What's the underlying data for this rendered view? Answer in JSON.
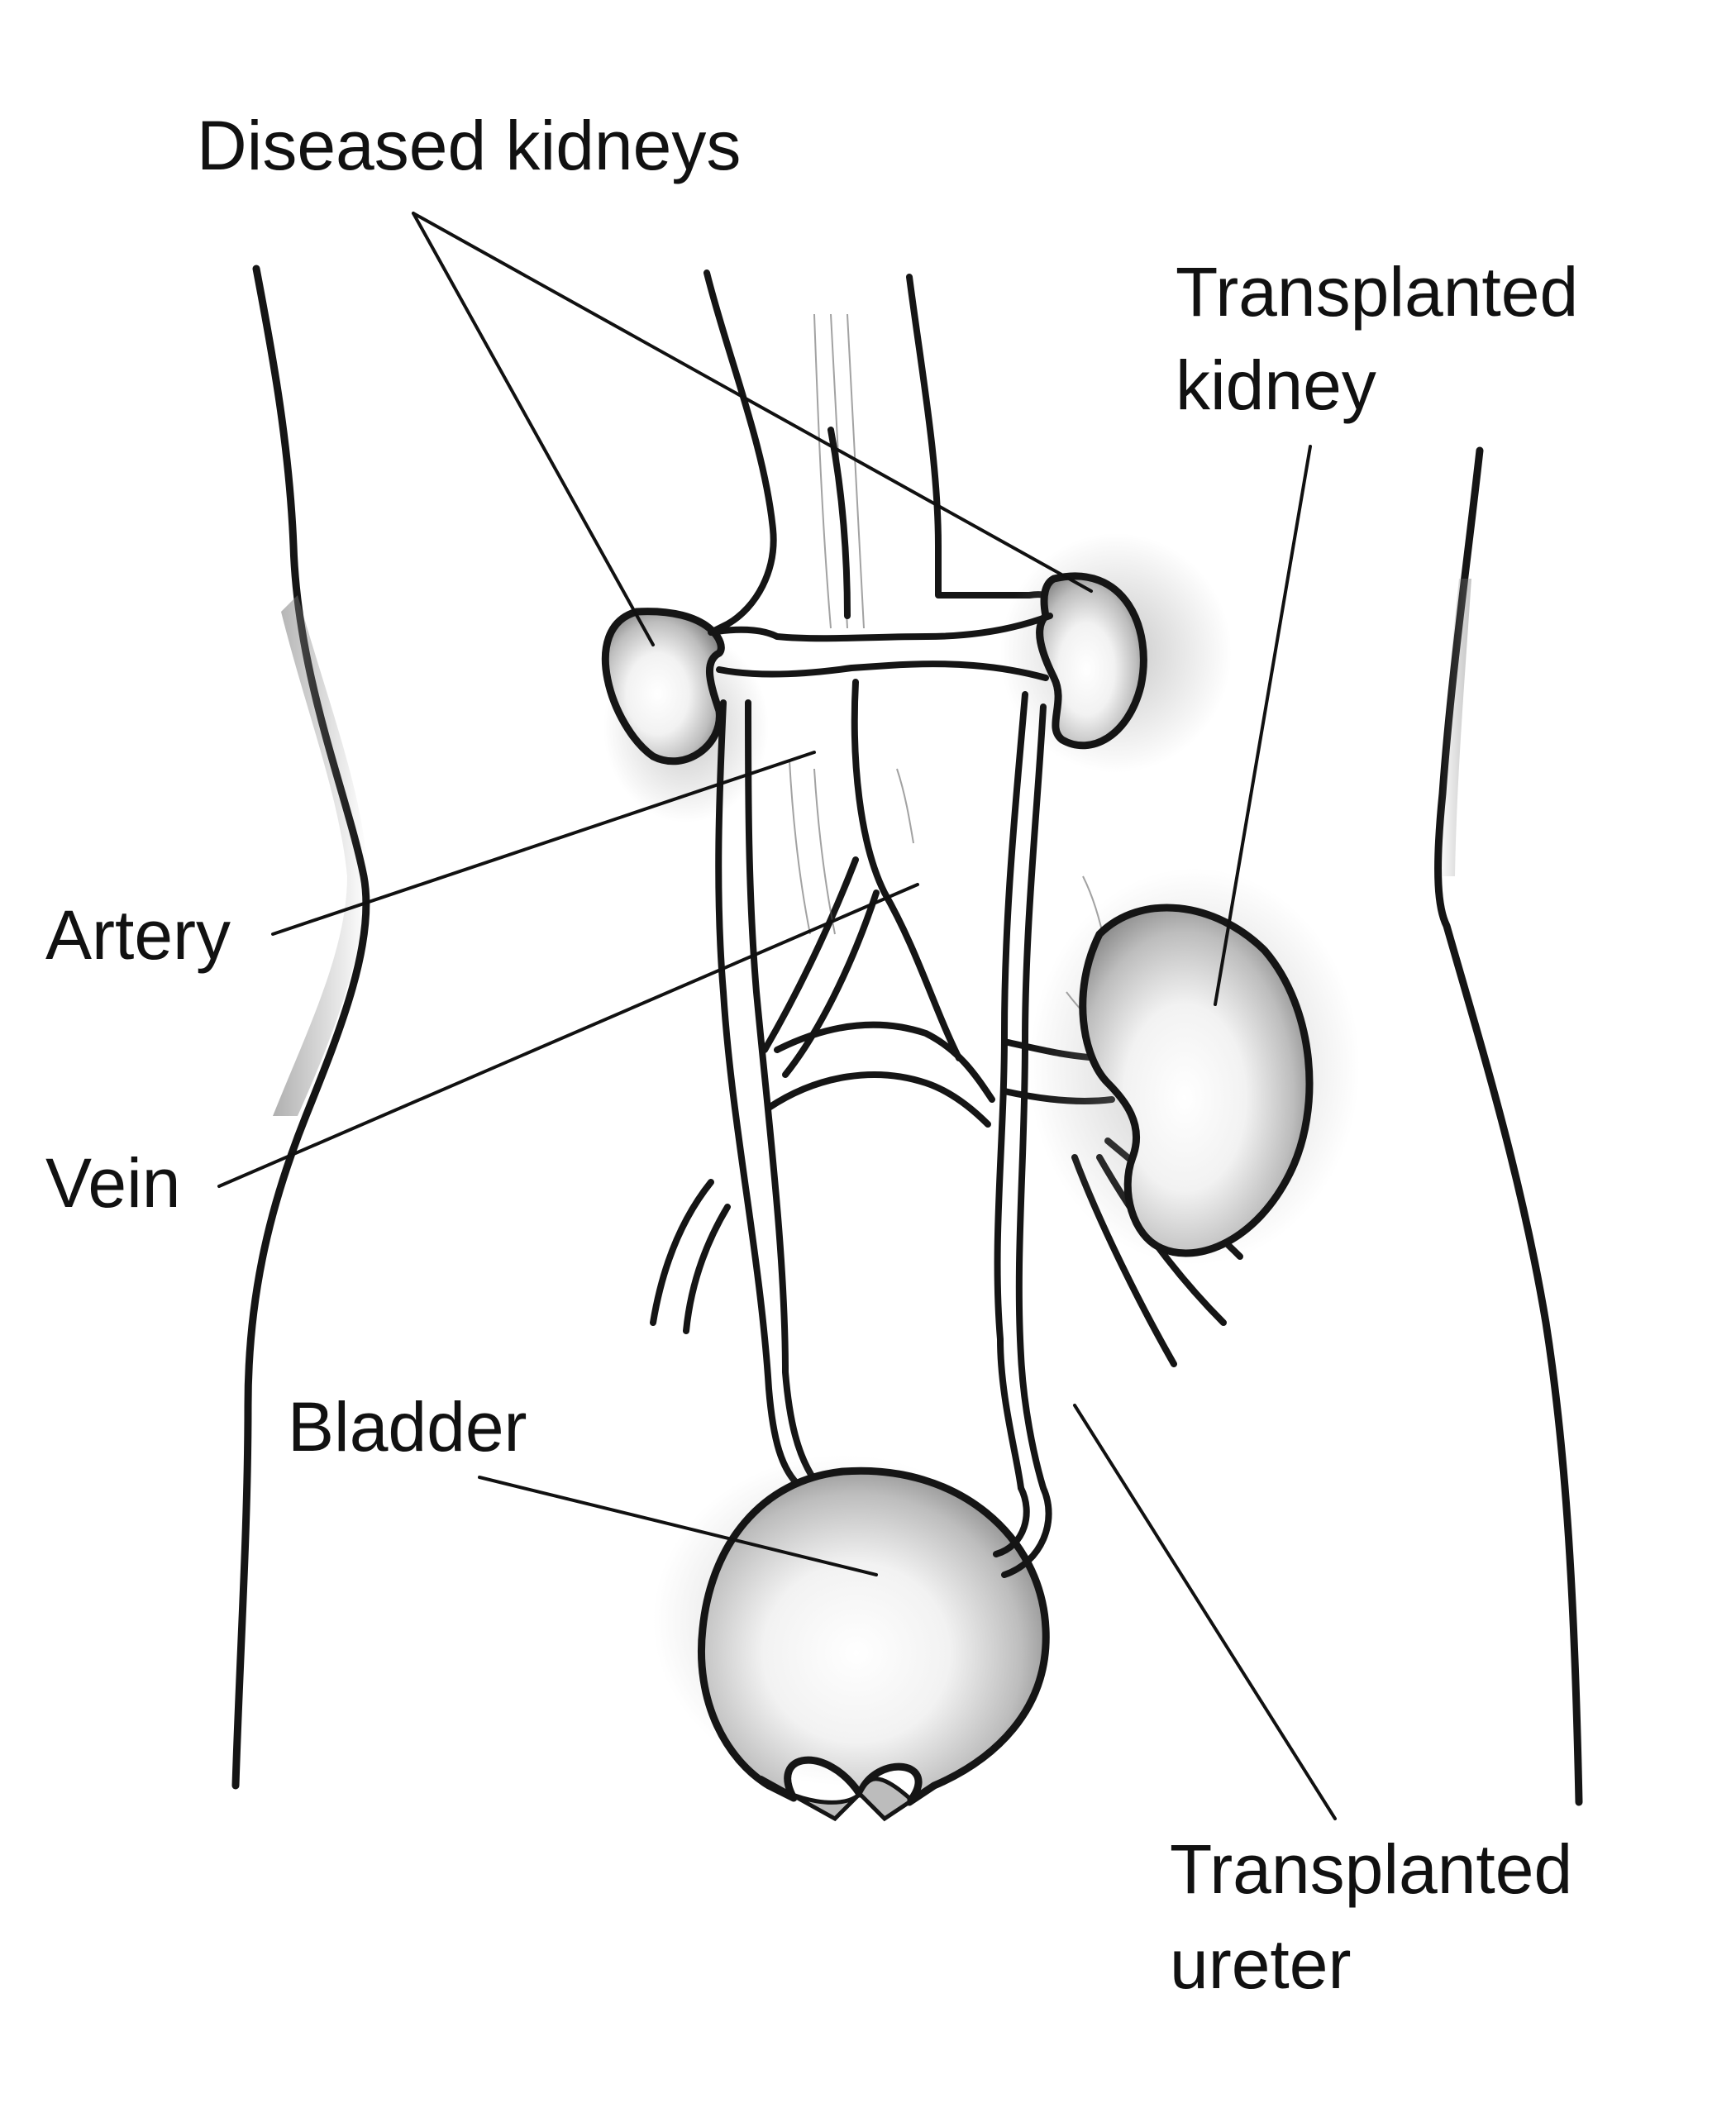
{
  "labels": {
    "diseased_kidneys": "Diseased kidneys",
    "transplanted_kidney_line1": "Transplanted",
    "transplanted_kidney_line2": "kidney",
    "artery": "Artery",
    "vein": "Vein",
    "bladder": "Bladder",
    "transplanted_ureter_line1": "Transplanted",
    "transplanted_ureter_line2": "ureter"
  }
}
